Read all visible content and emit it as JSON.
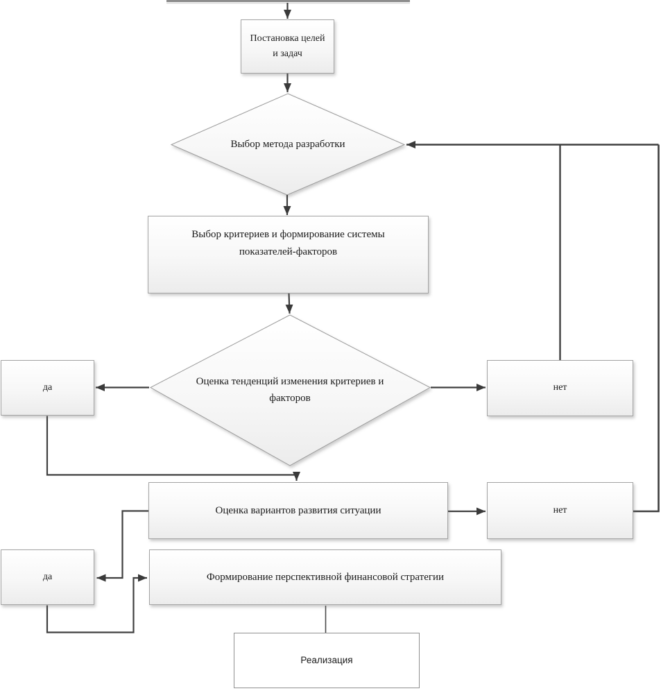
{
  "diagram_type": "flowchart",
  "language": "ru",
  "nodes": {
    "offscreen_top": {
      "label": "",
      "shape": "rect-partial"
    },
    "goals": {
      "label": "Постановка целей и задач",
      "shape": "rect"
    },
    "method_choice": {
      "label": "Выбор метода разработки",
      "shape": "diamond"
    },
    "criteria": {
      "label": "Выбор критериев и формирование системы показателей-факторов",
      "shape": "rect"
    },
    "trends": {
      "label": "Оценка тенденций изменения критериев и факторов",
      "shape": "diamond"
    },
    "yes_1": {
      "label": "да",
      "shape": "rect"
    },
    "no_1": {
      "label": "нет",
      "shape": "rect"
    },
    "options": {
      "label": "Оценка вариантов развития ситуации",
      "shape": "rect"
    },
    "no_2": {
      "label": "нет",
      "shape": "rect"
    },
    "yes_2": {
      "label": "да",
      "shape": "rect"
    },
    "strategy": {
      "label": "Формирование перспективной финансовой стратегии",
      "shape": "rect"
    },
    "implementation": {
      "label": "Реализация",
      "shape": "rect"
    }
  },
  "edges": [
    {
      "from": "offscreen_top",
      "to": "goals"
    },
    {
      "from": "goals",
      "to": "method_choice"
    },
    {
      "from": "method_choice",
      "to": "criteria"
    },
    {
      "from": "criteria",
      "to": "trends"
    },
    {
      "from": "trends",
      "to": "yes_1",
      "side": "left"
    },
    {
      "from": "trends",
      "to": "no_1",
      "side": "right"
    },
    {
      "from": "no_1",
      "to": "method_choice",
      "kind": "feedback"
    },
    {
      "from": "yes_1",
      "to": "options"
    },
    {
      "from": "options",
      "to": "no_2",
      "side": "right"
    },
    {
      "from": "no_2",
      "to": "method_choice",
      "kind": "feedback"
    },
    {
      "from": "options",
      "to": "yes_2",
      "side": "left"
    },
    {
      "from": "yes_2",
      "to": "strategy"
    },
    {
      "from": "strategy",
      "to": "implementation"
    }
  ],
  "colors": {
    "line": "#3f3f3f",
    "node_border": "#a3a3a3",
    "node_fill_top": "#ffffff",
    "node_fill_bottom": "#ececec",
    "text": "#1a1a1a"
  }
}
